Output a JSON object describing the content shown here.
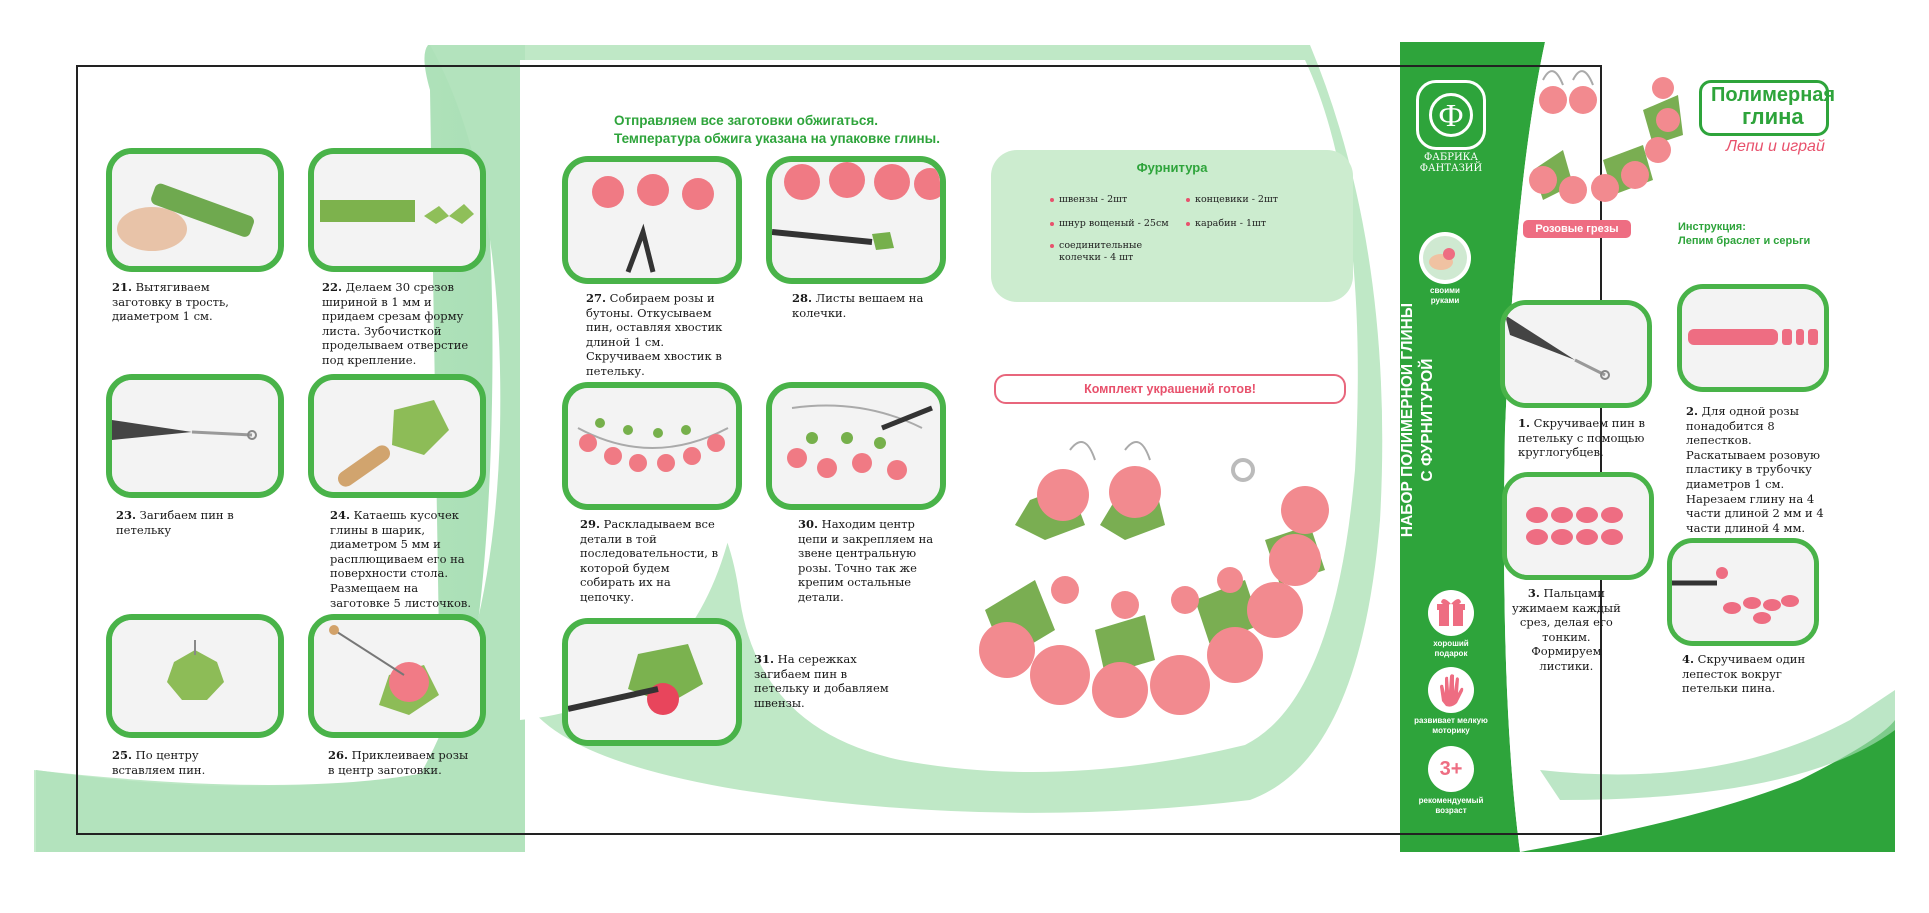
{
  "left_page": {
    "steps": [
      {
        "num": "21.",
        "text": "Вытягиваем\nзаготовку в трость,\nдиаметром 1 см."
      },
      {
        "num": "22.",
        "text": "Делаем 30 срезов\nшириной в 1 мм и\nпридаем срезам форму\nлиста. Зубочисткой\nпроделываем отверстие\nпод крепление."
      },
      {
        "num": "23.",
        "text": "Загибаем пин в\nпетельку"
      },
      {
        "num": "24.",
        "text": "Катаешь кусочек\nглины в шарик,\nдиаметром 5 мм и\nрасплющиваем его на\nповерхности стола.\nРазмещаем на\nзаготовке 5 листочков."
      },
      {
        "num": "25.",
        "text": "По центру\nвставляем пин."
      },
      {
        "num": "26.",
        "text": "Приклеиваем розы\nв центр заготовки."
      }
    ]
  },
  "middle_page": {
    "heading_line1": "Отправляем все заготовки обжигаться.",
    "heading_line2": "Температура обжига указана на упаковке глины.",
    "steps": [
      {
        "num": "27.",
        "text": "Собираем розы и\nбутоны. Откусываем\nпин, оставляя хвостик\nдлиной 1 см.\nСкручиваем хвостик в\nпетельку."
      },
      {
        "num": "28.",
        "text": "Листы вешаем на\nколечки."
      },
      {
        "num": "29.",
        "text": "Раскладываем все\nдетали в той\nпоследовательности, в\nкоторой будем\nсобирать их на\nцепочку."
      },
      {
        "num": "30.",
        "text": "Находим центр\nцепи и закрепляем на\nзвене центральную\nрозы. Точно так же\nкрепим остальные\nдетали."
      },
      {
        "num": "31.",
        "text": "На сережках\nзагибаем пин в\nпетельку и добавляем\nшвензы."
      }
    ],
    "furnitura": {
      "title": "Фурнитура",
      "items": [
        "швензы - 2шт",
        "шнур вощеный - 25см",
        "соединительные\nколечки - 4 шт",
        "концевики - 2шт",
        "карабин - 1шт"
      ]
    },
    "ready_label": "Комплект украшений готов!"
  },
  "spine": {
    "brand_line1": "ФАБРИКА",
    "brand_line2": "ФАНТАЗИЙ",
    "title": "НАБОР ПОЛИМЕРНОЙ ГЛИНЫ\nС ФУРНИТУРОЙ",
    "badges": [
      {
        "icon": "hands-icon",
        "label": "своими\nруками"
      },
      {
        "icon": "gift-icon",
        "label": "хороший\nподарок"
      },
      {
        "icon": "hand-icon",
        "label": "развивает мелкую\nмоторику"
      },
      {
        "icon": "age-icon",
        "symbol": "3+",
        "label": "рекомендуемый\nвозраст"
      }
    ]
  },
  "cover": {
    "logo_line1": "Полимерная",
    "logo_line2": "глина",
    "logo_tagline": "Лепи и играй",
    "product_name": "Розовые грезы",
    "instruction": "Инструкция:\nЛепим браслет и серьги",
    "steps": [
      {
        "num": "1.",
        "text": "Скручиваем пин в\nпетельку с помощью\nкруглогубцев."
      },
      {
        "num": "2.",
        "text": "Для одной розы\nпонадобится 8\nлепестков.\nРаскатываем розовую\nпластику в трубочку\nдиаметров 1 см.\nНарезаем глину на 4\nчасти длиной 2 мм и 4\nчасти длиной 4 мм."
      },
      {
        "num": "3.",
        "text": "Пальцами\nужимаем каждый\nсрез, делая его\nтонким.\nФормируем\nлистики."
      },
      {
        "num": "4.",
        "text": "Скручиваем один\nлепесток вокруг\nпетельки пина."
      }
    ]
  },
  "colors": {
    "green": "#2ea43b",
    "light_green": "#b7e4bf",
    "pink": "#ee6d82",
    "pink_light": "#f28a8f"
  }
}
